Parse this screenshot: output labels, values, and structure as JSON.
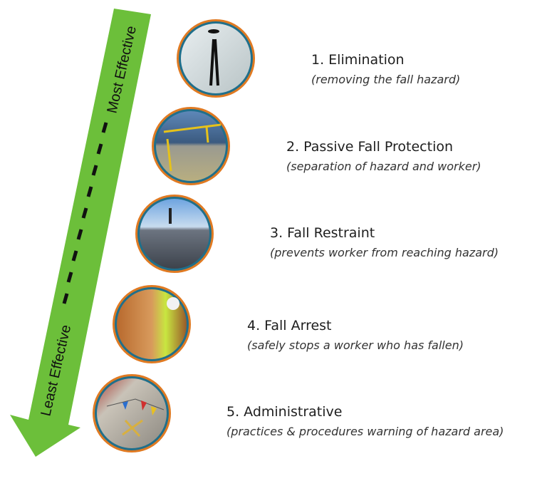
{
  "arrow": {
    "top_label": "Most Effective",
    "bottom_label": "Least Effective",
    "color": "#6cbf3a"
  },
  "circle_colors": {
    "outer": "#e07a22",
    "inner": "#1f6f8b"
  },
  "levels": [
    {
      "title": "1. Elimination",
      "subtitle": "(removing the fall hazard)"
    },
    {
      "title": "2. Passive Fall Protection",
      "subtitle": "(separation of hazard and worker)"
    },
    {
      "title": "3. Fall Restraint",
      "subtitle": "(prevents worker from reaching hazard)"
    },
    {
      "title": "4. Fall Arrest",
      "subtitle": "(safely stops a worker who has fallen)"
    },
    {
      "title": "5. Administrative",
      "subtitle": "(practices & procedures warning of hazard area)"
    }
  ]
}
